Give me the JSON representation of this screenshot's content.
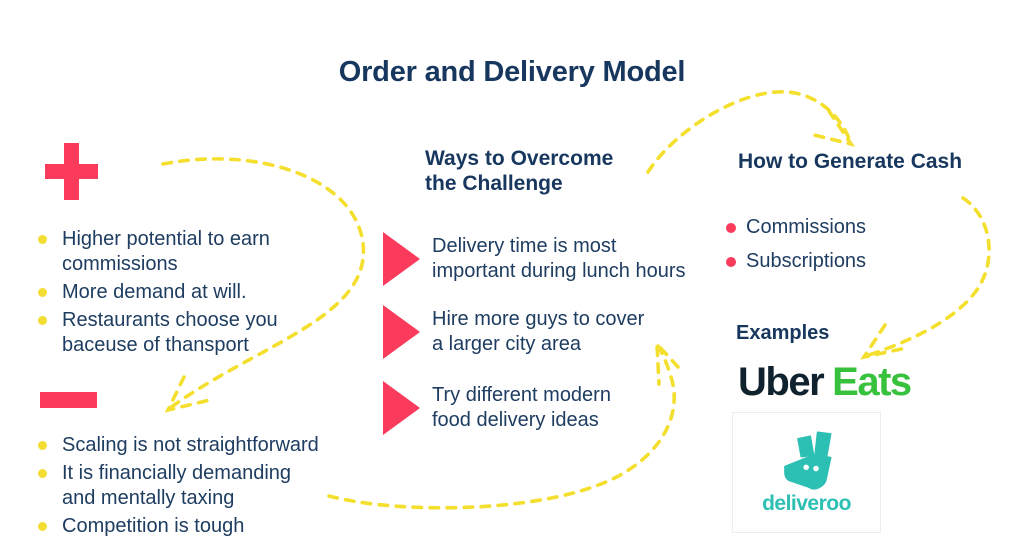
{
  "title": "Order and Delivery Model",
  "colors": {
    "navy_text": "#17375e",
    "body_text": "#1e3d61",
    "pink_accent": "#fa3b5c",
    "yellow_accent": "#f4dd33",
    "uber_eats_green": "#38c13d",
    "deliveroo_teal": "#2cc0b4"
  },
  "icons": [
    "plus-icon",
    "minus-icon",
    "triangle-bullet-icon",
    "dashed-arrow-icon",
    "deliveroo-roo-icon"
  ],
  "pros": {
    "items": [
      "Higher potential to earn\ncommissions",
      "More demand at will.",
      "Restaurants choose you\nbaceuse of thansport"
    ]
  },
  "cons": {
    "items": [
      "Scaling is not straightforward",
      "It is financially demanding\nand mentally taxing",
      "Competition is tough"
    ]
  },
  "overcome": {
    "heading": "Ways to Overcome\nthe Challenge",
    "items": [
      "Delivery time is most\nimportant during lunch hours",
      "Hire more guys to cover\na larger city area",
      "Try different modern\nfood delivery ideas"
    ]
  },
  "cash": {
    "heading": "How to Generate Cash",
    "items": [
      "Commissions",
      "Subscriptions"
    ]
  },
  "examples": {
    "heading": "Examples",
    "uber_word1": "Uber",
    "uber_word2": "Eats",
    "deliveroo_label": "deliveroo"
  }
}
